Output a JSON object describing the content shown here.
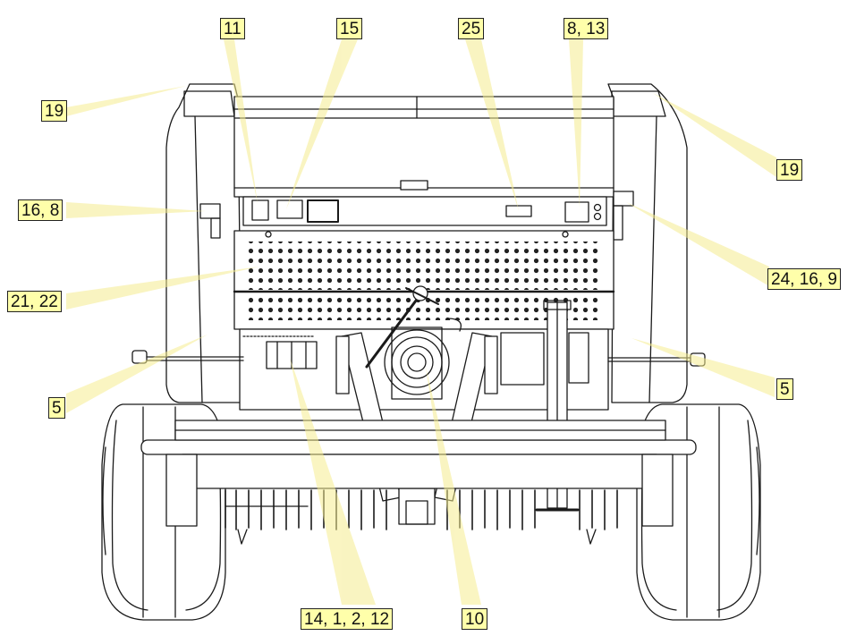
{
  "callouts": {
    "c11": "11",
    "c15": "15",
    "c25": "25",
    "c8_13": "8, 13",
    "c19_left": "19",
    "c19_right": "19",
    "c16_8": "16, 8",
    "c24_16_9": "24, 16, 9",
    "c21_22": "21, 22",
    "c5_left": "5",
    "c5_right": "5",
    "c14_1_2_12": "14, 1, 2, 12",
    "c10": "10"
  },
  "colors": {
    "callout_fill": "#ffffaa",
    "leader_beam": "#f6f0a0",
    "line_art": "#1a1a1a"
  }
}
